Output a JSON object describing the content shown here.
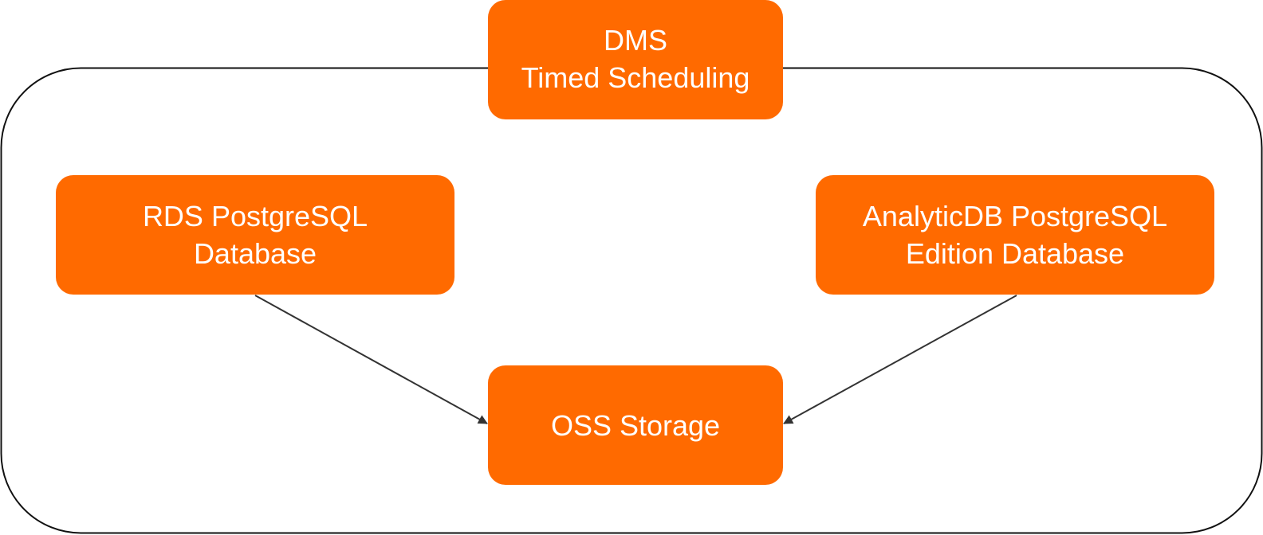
{
  "nodes": {
    "scheduler": {
      "line1": "DMS",
      "line2": "Timed Scheduling"
    },
    "source_rds": {
      "line1": "RDS PostgreSQL",
      "line2": "Database"
    },
    "source_adb": {
      "line1": "AnalyticDB PostgreSQL",
      "line2": "Edition Database"
    },
    "target": {
      "line1": "OSS Storage"
    }
  },
  "colors": {
    "node_fill": "#ff6a00",
    "node_text": "#ffffff",
    "frame_stroke": "#111111",
    "arrow_stroke": "#333333"
  }
}
